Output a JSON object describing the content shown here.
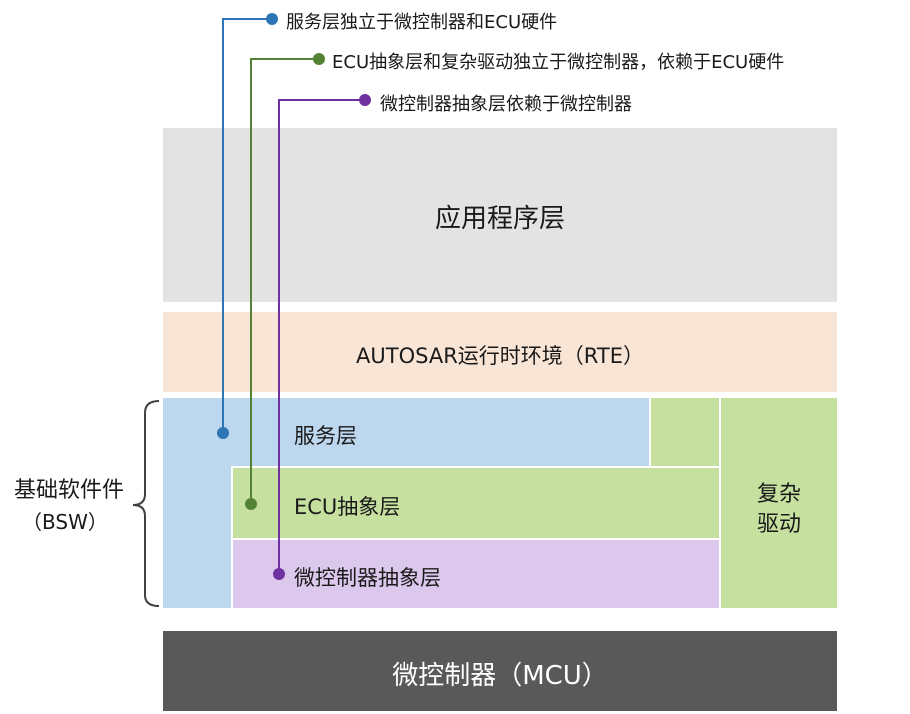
{
  "layers": {
    "application": "应用程序层",
    "rte": "AUTOSAR运行时环境（RTE）",
    "services": "服务层",
    "ecu_abstraction": "ECU抽象层",
    "mcal": "微控制器抽象层",
    "complex_drivers_line1": "复杂",
    "complex_drivers_line2": "驱动",
    "mcu": "微控制器（MCU）"
  },
  "bsw": {
    "line1": "基础软件件",
    "line2": "（BSW）"
  },
  "annotations": [
    {
      "text": "服务层独立于微控制器和ECU硬件",
      "color": "#2e75b6"
    },
    {
      "text": "ECU抽象层和复杂驱动独立于微控制器，依赖于ECU硬件",
      "color": "#548235"
    },
    {
      "text": "微控制器抽象层依赖于微控制器",
      "color": "#7030a0"
    }
  ],
  "colors": {
    "application_bg": "#e3e3e3",
    "rte_bg": "#f9e5d5",
    "services_bg": "#bdd7ee",
    "ecu_bg": "#c6e0a0",
    "mcal_bg": "#dcc8ec",
    "mcu_bg": "#595959"
  }
}
